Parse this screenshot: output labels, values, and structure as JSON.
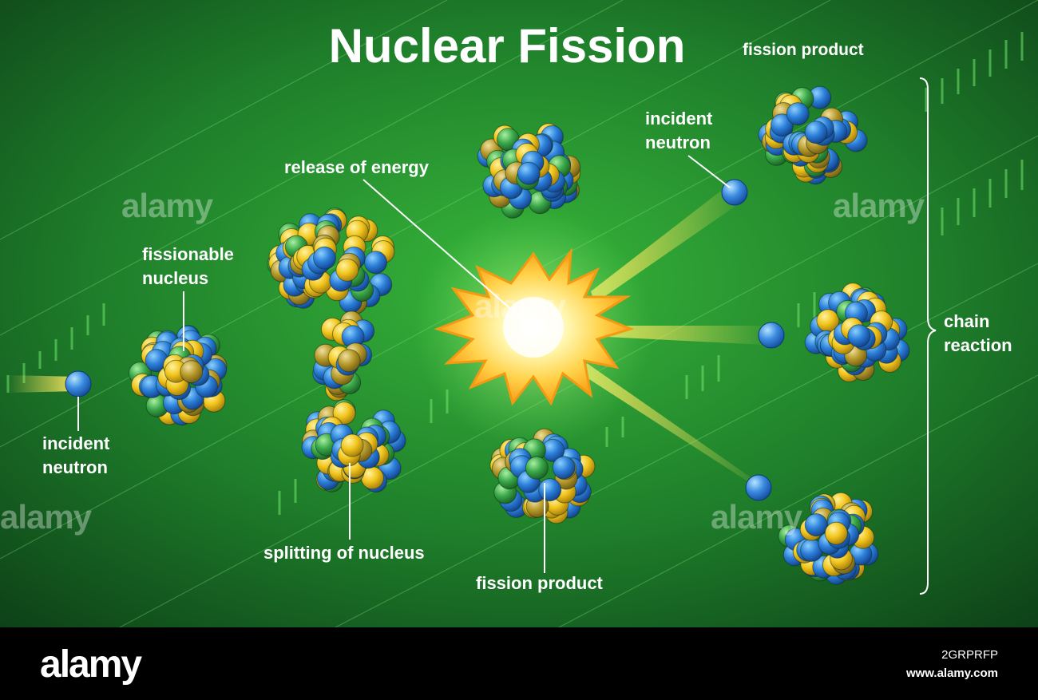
{
  "diagram": {
    "title": "Nuclear Fission",
    "labels": {
      "incident_neutron_left": [
        "incident",
        "neutron"
      ],
      "fissionable_nucleus": [
        "fissionable",
        "nucleus"
      ],
      "release_of_energy": "release of energy",
      "splitting_of_nucleus": "splitting of nucleus",
      "fission_product_bottom": "fission product",
      "fission_product_top": "fission product",
      "incident_neutron_right": [
        "incident",
        "neutron"
      ],
      "chain_reaction": [
        "chain",
        "reaction"
      ]
    },
    "watermark": "alamy",
    "colors": {
      "background": "#1f7a2a",
      "nucleon_blue": "#1f6fd0",
      "nucleon_yellow": "#f0c419",
      "nucleon_green": "#3aa84a",
      "nucleon_olive": "#b89a2a",
      "neutron": "#3a8ae0",
      "burst": "#fff29a"
    }
  },
  "footer": {
    "brand": "alamy",
    "image_id": "2GRPRFP",
    "site": "www.alamy.com"
  }
}
